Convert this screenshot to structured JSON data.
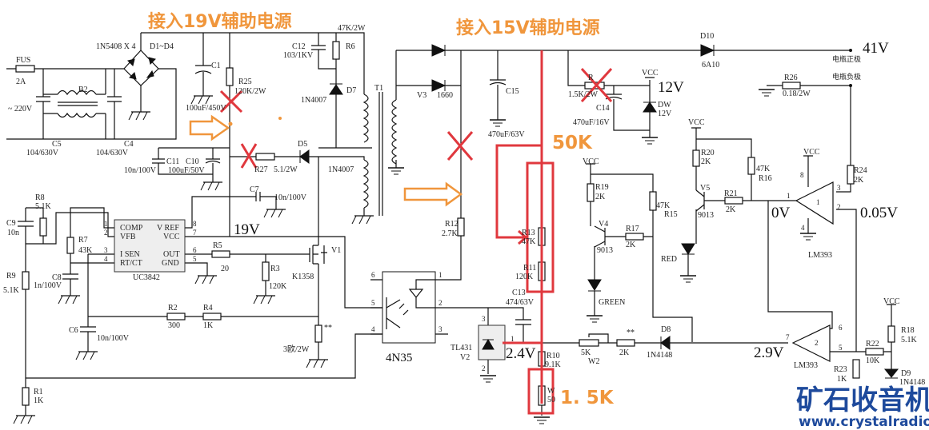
{
  "titles": {
    "aux19": "接入19V辅助电源",
    "aux15": "接入15V辅助电源"
  },
  "annotations": {
    "r13_override": "50K",
    "w_override": "1. 5K"
  },
  "voltages": {
    "v19": "19V",
    "v12": "12V",
    "v41": "41V",
    "v0": "0V",
    "v005": "0.05V",
    "v24": "2.4V",
    "v29": "2.9V"
  },
  "colors": {
    "annotation_orange": "#F0963C",
    "mark_red": "#E0383E",
    "logo_blue": "#1E4A9C"
  },
  "logo": {
    "name": "矿石收音机",
    "url": "www.crystalradio.cn"
  },
  "labels": {
    "fus": "FUS",
    "fus_val": "2A",
    "ac": "~  220V",
    "b2": "B2",
    "c5": "C5",
    "c5_val": "104/630V",
    "c4": "C4",
    "c4_val": "104/630V",
    "bridge": "1N5408 X 4",
    "bridge_ref": "D1~D4",
    "c1": "C1",
    "c1_val": "100uF/450V",
    "r25": "R25",
    "r25_val": "120K/2W",
    "c12": "C12",
    "c12_val": "103/1KV",
    "r6": "R6",
    "r6_val": "47K/2W",
    "d7": "D7",
    "d7_val": "1N4007",
    "t1": "T1",
    "d5": "D5",
    "d5_val": "1N4007",
    "r27": "R27",
    "r27_val": "5.1/2W",
    "c11": "C11",
    "c11_val": "10n/100V",
    "c10": "C10",
    "c10_val": "100uF/50V",
    "c7": "C7",
    "c7_val": "10n/100V",
    "r8": "R8",
    "r8_val": "5.1K",
    "c9": "C9",
    "c9_val": "10n",
    "r7": "R7",
    "r7_val": "43K",
    "c8": "C8",
    "c8_val": "1n/100V",
    "r9": "R9",
    "r9_val": "5.1K",
    "c6": "C6",
    "c6_val": "10n/100V",
    "r1": "R1",
    "r1_val": "1K",
    "uc": "UC3842",
    "uc_comp": "COMP",
    "uc_vfb": "VFB",
    "uc_isen": "I SEN",
    "uc_rtct": "RT/CT",
    "uc_vref": "V REF",
    "uc_vcc": "VCC",
    "uc_out": "OUT",
    "uc_gnd": "GND",
    "uc_p1": "1",
    "uc_p2": "2",
    "uc_p3": "3",
    "uc_p4": "4",
    "uc_p5": "5",
    "uc_p6": "6",
    "uc_p7": "7",
    "uc_p8": "8",
    "r5": "R5",
    "r5_val": "20",
    "r3": "R3",
    "r3_val": "120K",
    "v1": "V1",
    "v1_val": "K1358",
    "r2": "R2",
    "r2_val": "300",
    "r4": "R4",
    "r4_val": "1K",
    "rs_mark": "**",
    "rs_val": "3欧/2W",
    "oc": "4N35",
    "oc_p1": "1",
    "oc_p2": "2",
    "oc_p3": "3",
    "oc_p4": "4",
    "oc_p5": "5",
    "oc_p6": "6",
    "r12": "R12",
    "r12_val": "2.7K",
    "v3": "V3",
    "v3_val": "1660",
    "c15": "C15",
    "c15_val": "470uF/63V",
    "rx": "R",
    "rx_val": "1.5K/2W",
    "c14": "C14",
    "c14_val": "470uF/16V",
    "vcc": "VCC",
    "dw": "DW",
    "dw_val": "12V",
    "d10": "D10",
    "d10_val": "6A10",
    "bat_pos": "电瓶正极",
    "bat_neg": "电瓶负极",
    "r26": "R26",
    "r26_val": "0.18/2W",
    "r24": "R24",
    "r24_val": "2K",
    "r20": "R20",
    "r20_val": "2K",
    "r16": "R16",
    "r16_val": "47K",
    "v5": "V5",
    "v5_val": "9013",
    "r21": "R21",
    "r21_val": "2K",
    "lm393": "LM393",
    "u1_p8": "8",
    "u1_p4": "4",
    "u1_p1": "1",
    "u1_p2": "2",
    "u1_p3": "3",
    "u1_n": "1",
    "u2_p7": "7",
    "u2_p6": "6",
    "u2_p5": "5",
    "u2_n": "2",
    "r19": "R19",
    "r19_val": "2K",
    "r15": "R15",
    "r15_val": "47K",
    "v4": "V4",
    "v4_val": "9013",
    "r17": "R17",
    "r17_val": "2K",
    "red": "RED",
    "green": "GREEN",
    "r13": "R13",
    "r13_val": "47K",
    "r11": "R11",
    "r11_val": "120K",
    "c13": "C13",
    "c13_val": "474/63V",
    "tl431": "TL431",
    "tl431_ref": "V2",
    "tl_p3": "3",
    "tl_p1": "1",
    "tl_p2": "2",
    "r10": "R10",
    "r10_val": "9.1K",
    "w": "W",
    "w_val": "50",
    "w2": "W2",
    "w2_val": "5K",
    "rstar": "**",
    "rstar_val": "2K",
    "d8": "D8",
    "d8_val": "1N4148",
    "r18": "R18",
    "r18_val": "5.1K",
    "r22": "R22",
    "r22_val": "10K",
    "r23": "R23",
    "r23_val": "1K",
    "d9": "D9",
    "d9_val": "1N4148"
  }
}
